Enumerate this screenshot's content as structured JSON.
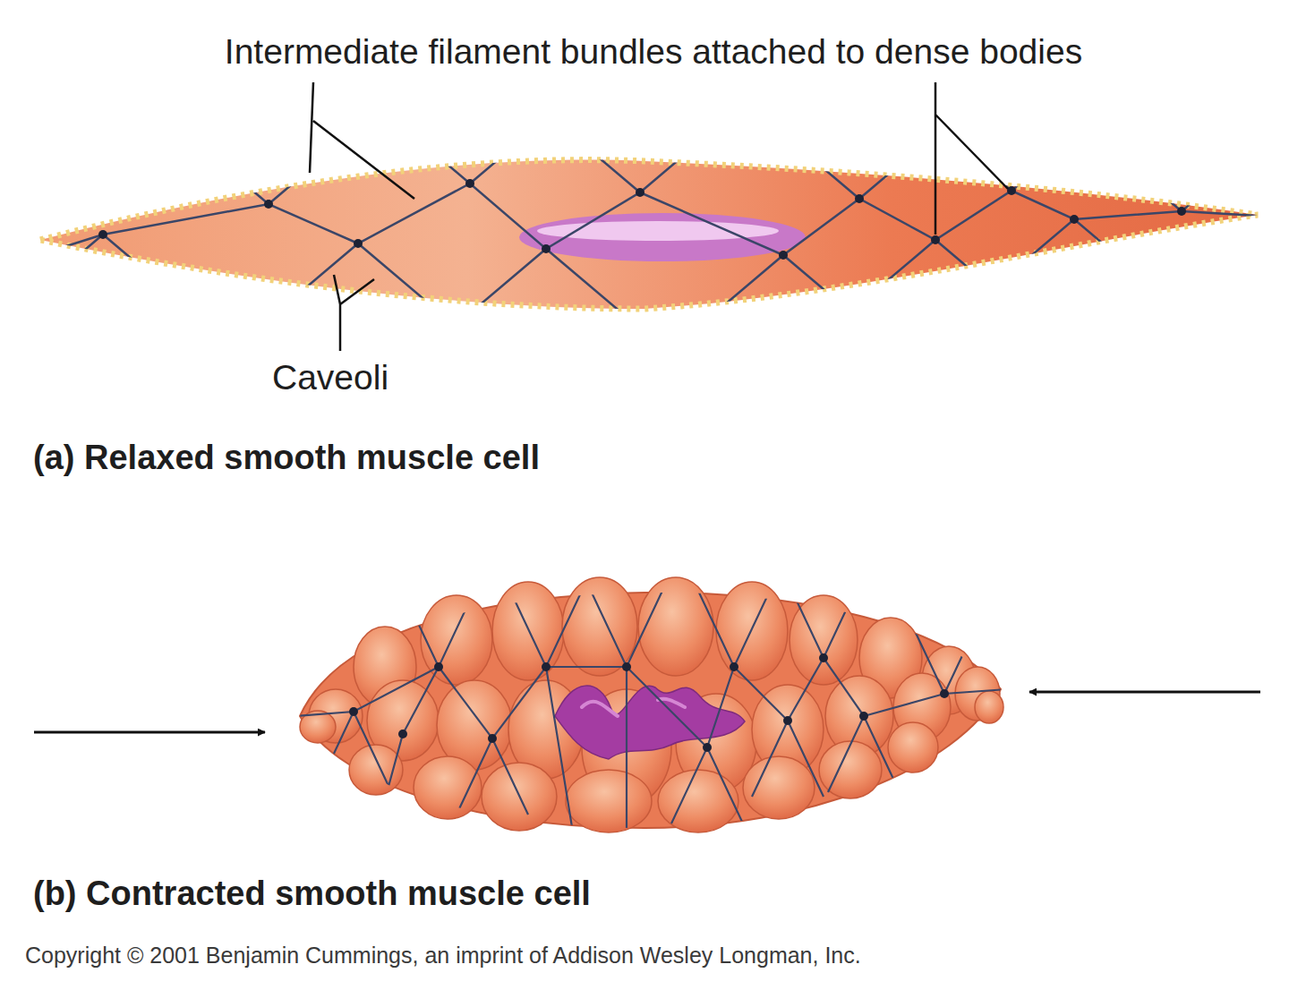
{
  "diagram": {
    "labels": [
      "Intermediate filament bundles attached to dense bodies",
      "Caveoli",
      "(a) Relaxed smooth muscle cell",
      "(b) Contracted smooth muscle cell",
      "Copyright © 2001 Benjamin Cummings, an imprint of Addison Wesley Longman, Inc."
    ]
  }
}
